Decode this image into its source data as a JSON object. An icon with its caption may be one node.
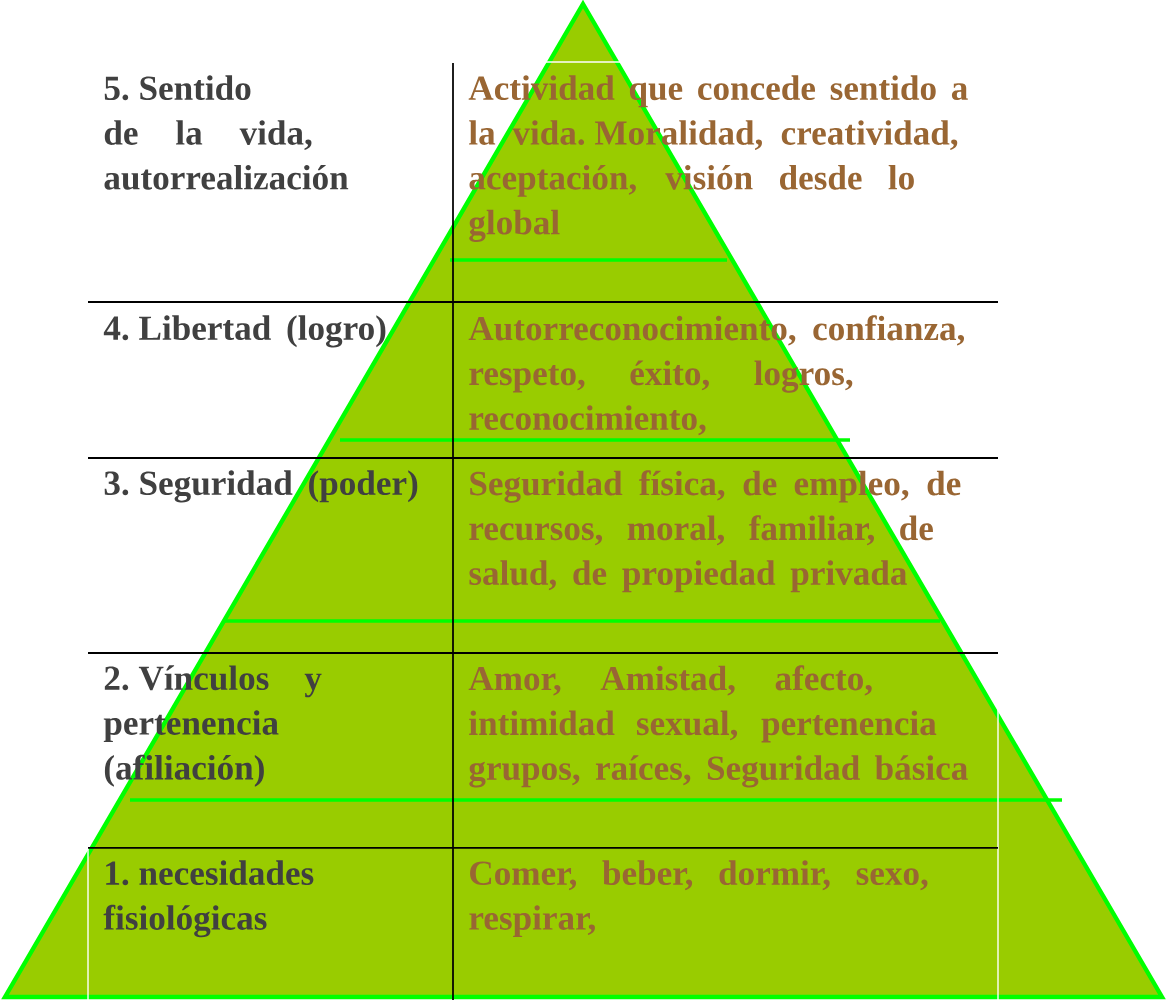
{
  "diagram": {
    "labels": [
      "5. Sentido de la vida, autorrealización",
      "Actividad que concede sentido a la vida. Moralidad, creatividad, aceptación, visión desde lo global",
      "4. Libertad (logro)",
      "Autorreconocimiento, confianza, respeto, éxito, logros, reconocimiento,",
      "3. Seguridad (poder)",
      "Seguridad física, de empleo, de recursos, moral, familiar, de salud, de propiedad privada",
      "2. Vínculos y pertenencia (afiliación)",
      "Amor, Amistad, afecto, intimidad sexual, pertenencia grupos, raíces, Seguridad básica",
      "1. necesidades fisiológicas",
      "Comer, beber, dormir, sexo, respirar,"
    ]
  }
}
